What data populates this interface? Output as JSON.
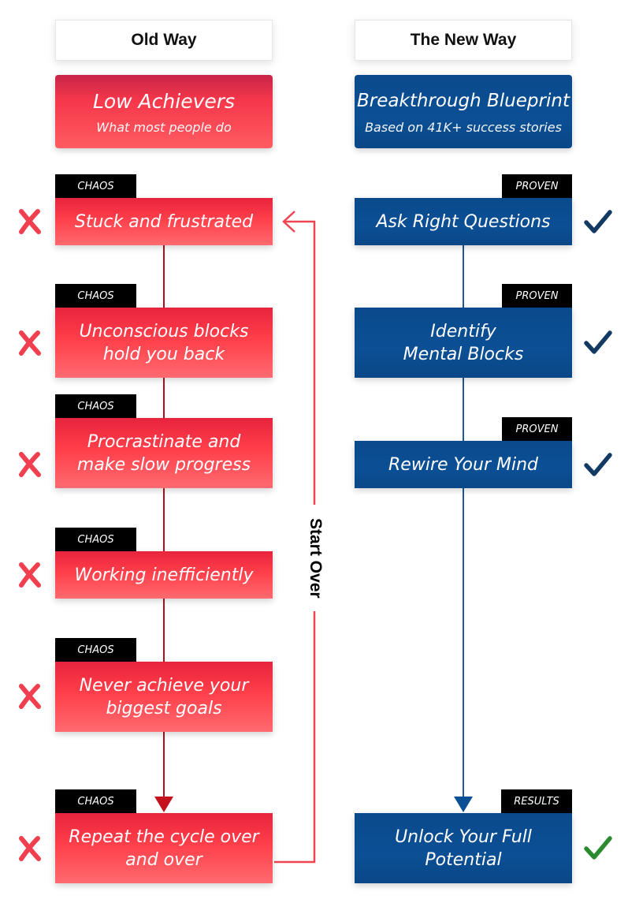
{
  "headers": {
    "old": "Old Way",
    "new": "The New Way"
  },
  "old_top": {
    "title": "Low Achievers",
    "subtitle": "What most people do"
  },
  "new_top": {
    "title": "Breakthrough Blueprint",
    "subtitle": "Based on 41K+ success stories"
  },
  "old_steps": [
    {
      "tag": "CHAOS",
      "lines": [
        "Stuck and frustrated"
      ]
    },
    {
      "tag": "CHAOS",
      "lines": [
        "Unconscious blocks",
        "hold you back"
      ]
    },
    {
      "tag": "CHAOS",
      "lines": [
        "Procrastinate and",
        "make slow progress"
      ]
    },
    {
      "tag": "CHAOS",
      "lines": [
        "Working inefficiently"
      ]
    },
    {
      "tag": "CHAOS",
      "lines": [
        "Never achieve your",
        "biggest goals"
      ]
    },
    {
      "tag": "CHAOS",
      "lines": [
        "Repeat the cycle over",
        "and over"
      ]
    }
  ],
  "new_steps": [
    {
      "tag": "PROVEN",
      "lines": [
        "Ask Right Questions"
      ]
    },
    {
      "tag": "PROVEN",
      "lines": [
        "Identify",
        "Mental Blocks"
      ]
    },
    {
      "tag": "PROVEN",
      "lines": [
        "Rewire Your Mind"
      ]
    },
    {
      "tag": "RESULTS",
      "lines": [
        "Unlock Your Full",
        "Potential"
      ]
    }
  ],
  "loop_label": "Start Over",
  "colors": {
    "red_accent": "#ff3f4a",
    "red_line": "#b3101d",
    "loop_line": "#f04452",
    "blue_accent": "#0b4f95",
    "check_blue": "#133a63",
    "check_green": "#2c8a2e",
    "cross_red": "#f0404f"
  },
  "icons": {
    "fail": "cross-mark-icon",
    "success": "check-mark-icon"
  }
}
